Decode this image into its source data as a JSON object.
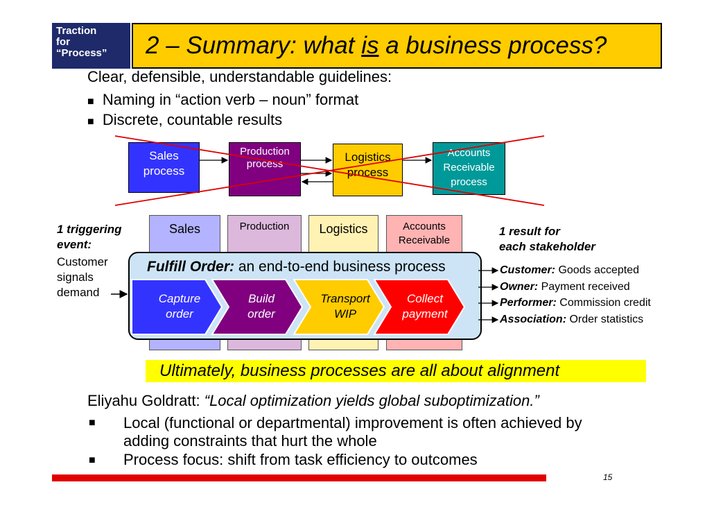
{
  "header": {
    "brand_lines": [
      "Traction",
      "for",
      "“Process”"
    ],
    "title_pre": "2 – Summary: what ",
    "title_emph": "is",
    "title_post": " a business process?"
  },
  "guidelines": {
    "heading": "Clear, defensible, understandable guidelines:",
    "items": [
      "Naming in “action verb – noun” format",
      "Discrete, countable results"
    ]
  },
  "crossed_out_processes": [
    {
      "lines": [
        "Sales",
        "process"
      ],
      "color": "#3333ff",
      "text_color": "#ffffff"
    },
    {
      "lines": [
        "Production",
        "process"
      ],
      "color": "#800080",
      "text_color": "#ffffff"
    },
    {
      "lines": [
        "Logistics",
        "process"
      ],
      "color": "#ffcc00",
      "text_color": "#000000"
    },
    {
      "lines": [
        "Accounts",
        "Receivable",
        "process"
      ],
      "color": "#009999",
      "text_color": "#ffffff"
    }
  ],
  "swimlanes": [
    {
      "label": "Sales",
      "color": "#b3b3ff"
    },
    {
      "label": "Production",
      "color": "#dcb8dc"
    },
    {
      "label": "Logistics",
      "color": "#fff2b3"
    },
    {
      "label": "Accounts Receivable",
      "label_lines": [
        "Accounts",
        "Receivable"
      ],
      "color": "#ffb3b3"
    }
  ],
  "trigger": {
    "heading_lines": [
      "1 triggering",
      "event:"
    ],
    "event_lines": [
      "Customer",
      "signals",
      "demand"
    ]
  },
  "fulfill": {
    "title_bold": "Fulfill Order:",
    "title_rest": " an end-to-end business process",
    "steps": [
      {
        "lines": [
          "Capture",
          "order"
        ],
        "color": "#3333ff",
        "text_color": "#ffffff"
      },
      {
        "lines": [
          "Build",
          "order"
        ],
        "color": "#800080",
        "text_color": "#ffffff"
      },
      {
        "lines": [
          "Transport",
          "WIP"
        ],
        "color": "#ffcc00",
        "text_color": "#000000"
      },
      {
        "lines": [
          "Collect",
          "payment"
        ],
        "color": "#ff0000",
        "text_color": "#ffffff"
      }
    ]
  },
  "results": {
    "heading_lines": [
      "1 result for",
      "each stakeholder"
    ],
    "items": [
      {
        "role": "Customer:",
        "value": " Goods accepted"
      },
      {
        "role": "Owner:",
        "value": " Payment received"
      },
      {
        "role": "Performer:",
        "value": " Commission credit"
      },
      {
        "role": "Association:",
        "value": " Order statistics"
      }
    ]
  },
  "alignment_text": "Ultimately, business processes are all about alignment",
  "goldratt": {
    "author": "Eliyahu Goldratt: ",
    "quote": "“Local optimization yields global suboptimization.”",
    "items": [
      [
        "Local (functional or departmental) improvement is often achieved by",
        "adding constraints that hurt the whole"
      ],
      [
        "Process focus: shift from task efficiency to outcomes"
      ]
    ]
  },
  "page_number": "15",
  "colors": {
    "accent_red": "#e00000",
    "title_yellow": "#ffcc00",
    "brand_navy": "#1f2a6b",
    "panel_blue": "#cde4f7",
    "highlight_yellow": "#ffff00"
  }
}
